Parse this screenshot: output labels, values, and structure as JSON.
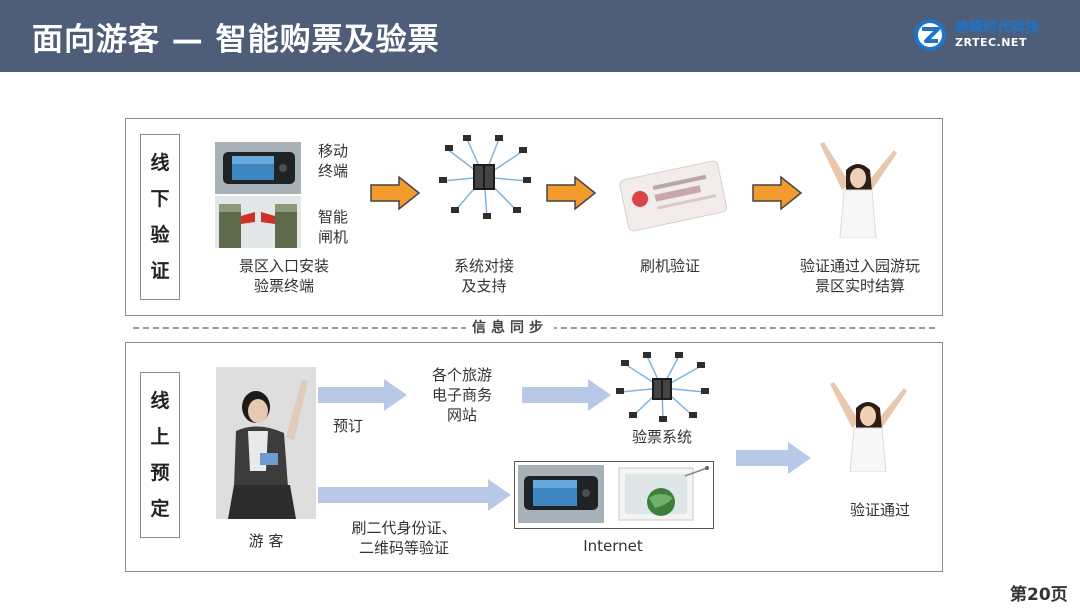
{
  "header": {
    "title": "面向游客 — 智能购票及验票",
    "logo_cn": "峥嵘时代科技",
    "logo_en": "ZRTEC.NET"
  },
  "offline": {
    "side_label": [
      "线",
      "下",
      "验",
      "证"
    ],
    "device_mobile": [
      "移动",
      "终端"
    ],
    "device_gate": [
      "智能",
      "闸机"
    ],
    "step1": [
      "景区入口安装",
      "验票终端"
    ],
    "step2": [
      "系统对接",
      "及支持"
    ],
    "step3": "刷机验证",
    "step4": [
      "验证通过入园游玩",
      "景区实时结算"
    ]
  },
  "sync_label": "信息同步",
  "online": {
    "side_label": [
      "线",
      "上",
      "预",
      "定"
    ],
    "tourist": "游 客",
    "booking": "预订",
    "websites": [
      "各个旅游",
      "电子商务",
      "网站"
    ],
    "ticket_system": "验票系统",
    "verify_methods": [
      "刷二代身份证、",
      "二维码等验证"
    ],
    "internet": "Internet",
    "verified": "验证通过"
  },
  "page_number": "第20页",
  "colors": {
    "header_bg": "#4e5e79",
    "orange_arrow": "#f39b2e",
    "blue_arrow": "#b7c9e6",
    "logo_blue": "#1d74c8"
  }
}
